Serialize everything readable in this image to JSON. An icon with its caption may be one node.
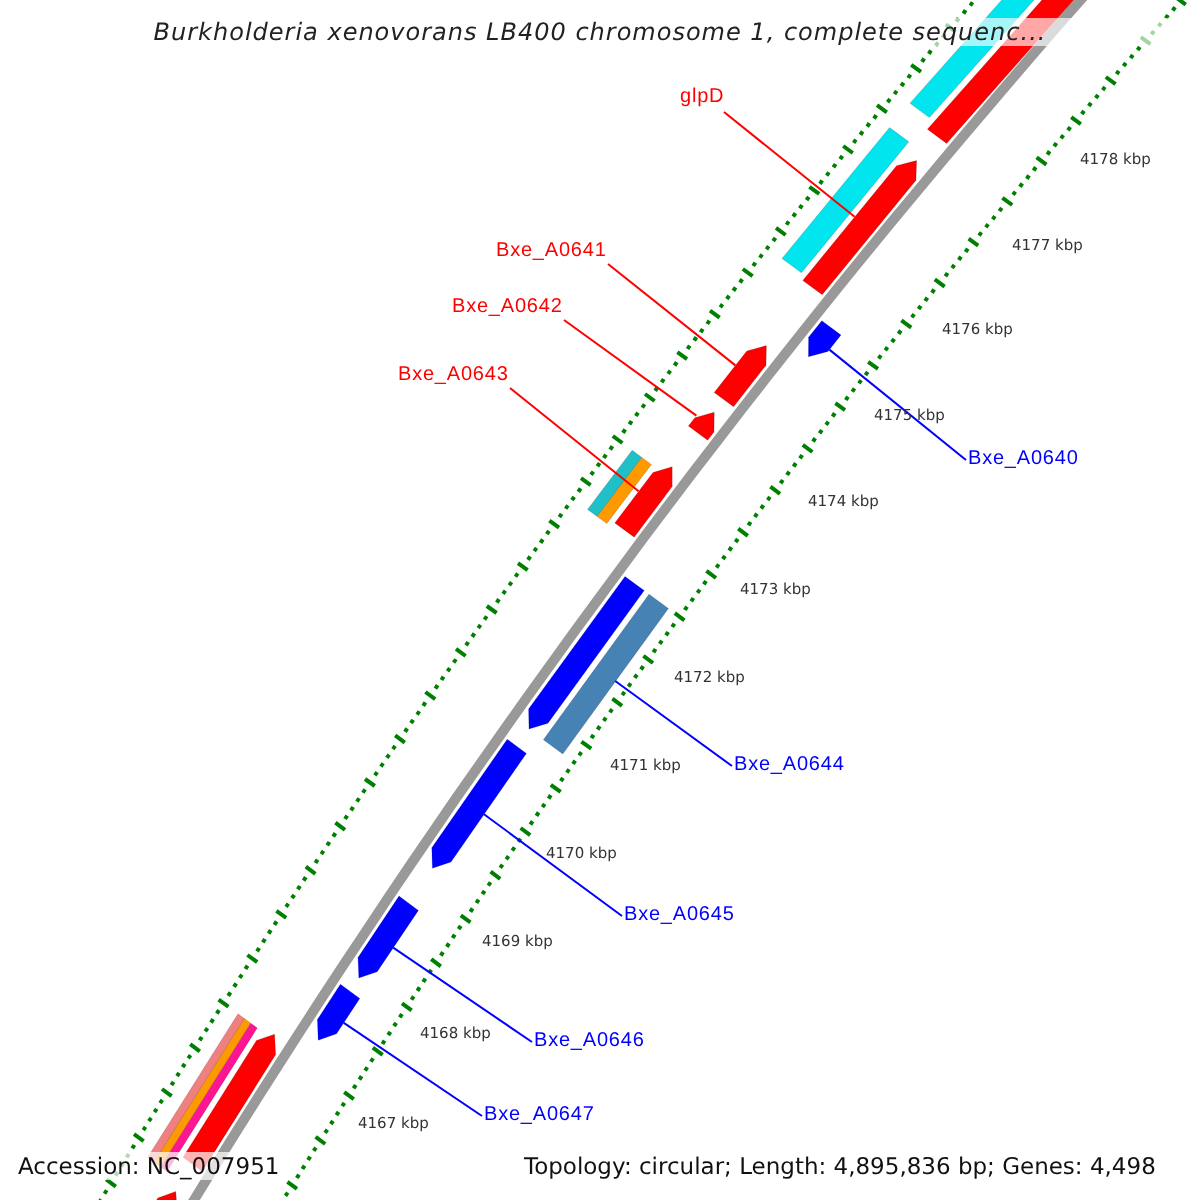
{
  "diagram": {
    "title": "Burkholderia xenovorans LB400 chromosome 1, complete sequenc...",
    "nodes": [
      {
        "text": [
          "glpD"
        ]
      },
      {
        "text": [],
        "shape": "pentagon"
      },
      {
        "text": [
          "Bxe_A0641"
        ]
      },
      {
        "text": [],
        "shape": "pentagon"
      },
      {
        "text": [
          "Bxe_A0642"
        ]
      },
      {
        "text": [],
        "shape": "pentagon"
      },
      {
        "text": [
          "Bxe_A0643"
        ]
      },
      {
        "text": [],
        "shape": "pentagon"
      },
      {
        "text": [
          "Bxe_A0640"
        ]
      },
      {
        "text": [],
        "shape": "pentagon"
      },
      {
        "text": [
          "Bxe_A0644"
        ]
      },
      {
        "text": [],
        "shape": "bar"
      },
      {
        "text": [
          "Bxe_A0645"
        ]
      },
      {
        "text": [],
        "shape": "pentagon"
      },
      {
        "text": [
          "Bxe_A0646"
        ]
      },
      {
        "text": [],
        "shape": "pentagon"
      },
      {
        "text": [
          "Bxe_A0647"
        ]
      },
      {
        "text": [],
        "shape": "pentagon"
      },
      {
        "text": [],
        "shape": "bar"
      },
      {
        "text": [],
        "shape": "pentagon"
      }
    ],
    "edges": [
      {
        "from": 0,
        "to": 1,
        "arrow": "none",
        "color": "#ff0000"
      },
      {
        "from": 2,
        "to": 3,
        "arrow": "none",
        "color": "#ff0000"
      },
      {
        "from": 4,
        "to": 5,
        "arrow": "none",
        "color": "#ff0000"
      },
      {
        "from": 6,
        "to": 7,
        "arrow": "none",
        "color": "#ff0000"
      },
      {
        "from": 8,
        "to": 9,
        "arrow": "none"
      },
      {
        "from": 10,
        "to": 11,
        "arrow": "none"
      },
      {
        "from": 12,
        "to": 13,
        "arrow": "none"
      },
      {
        "from": 14,
        "to": 15,
        "arrow": "none"
      },
      {
        "from": 16,
        "to": 17,
        "arrow": "none"
      }
    ],
    "labels": [
      "4178 kbp",
      "4177 kbp",
      "4176 kbp",
      "4175 kbp",
      "4174 kbp",
      "4173 kbp",
      "4172 kbp",
      "4171 kbp",
      "4170 kbp",
      "4169 kbp",
      "4168 kbp",
      "4167 kbp",
      "Accession: NC_007951",
      "Topology: circular; Length: 4,895,836 bp; Genes: 4,498"
    ]
  }
}
